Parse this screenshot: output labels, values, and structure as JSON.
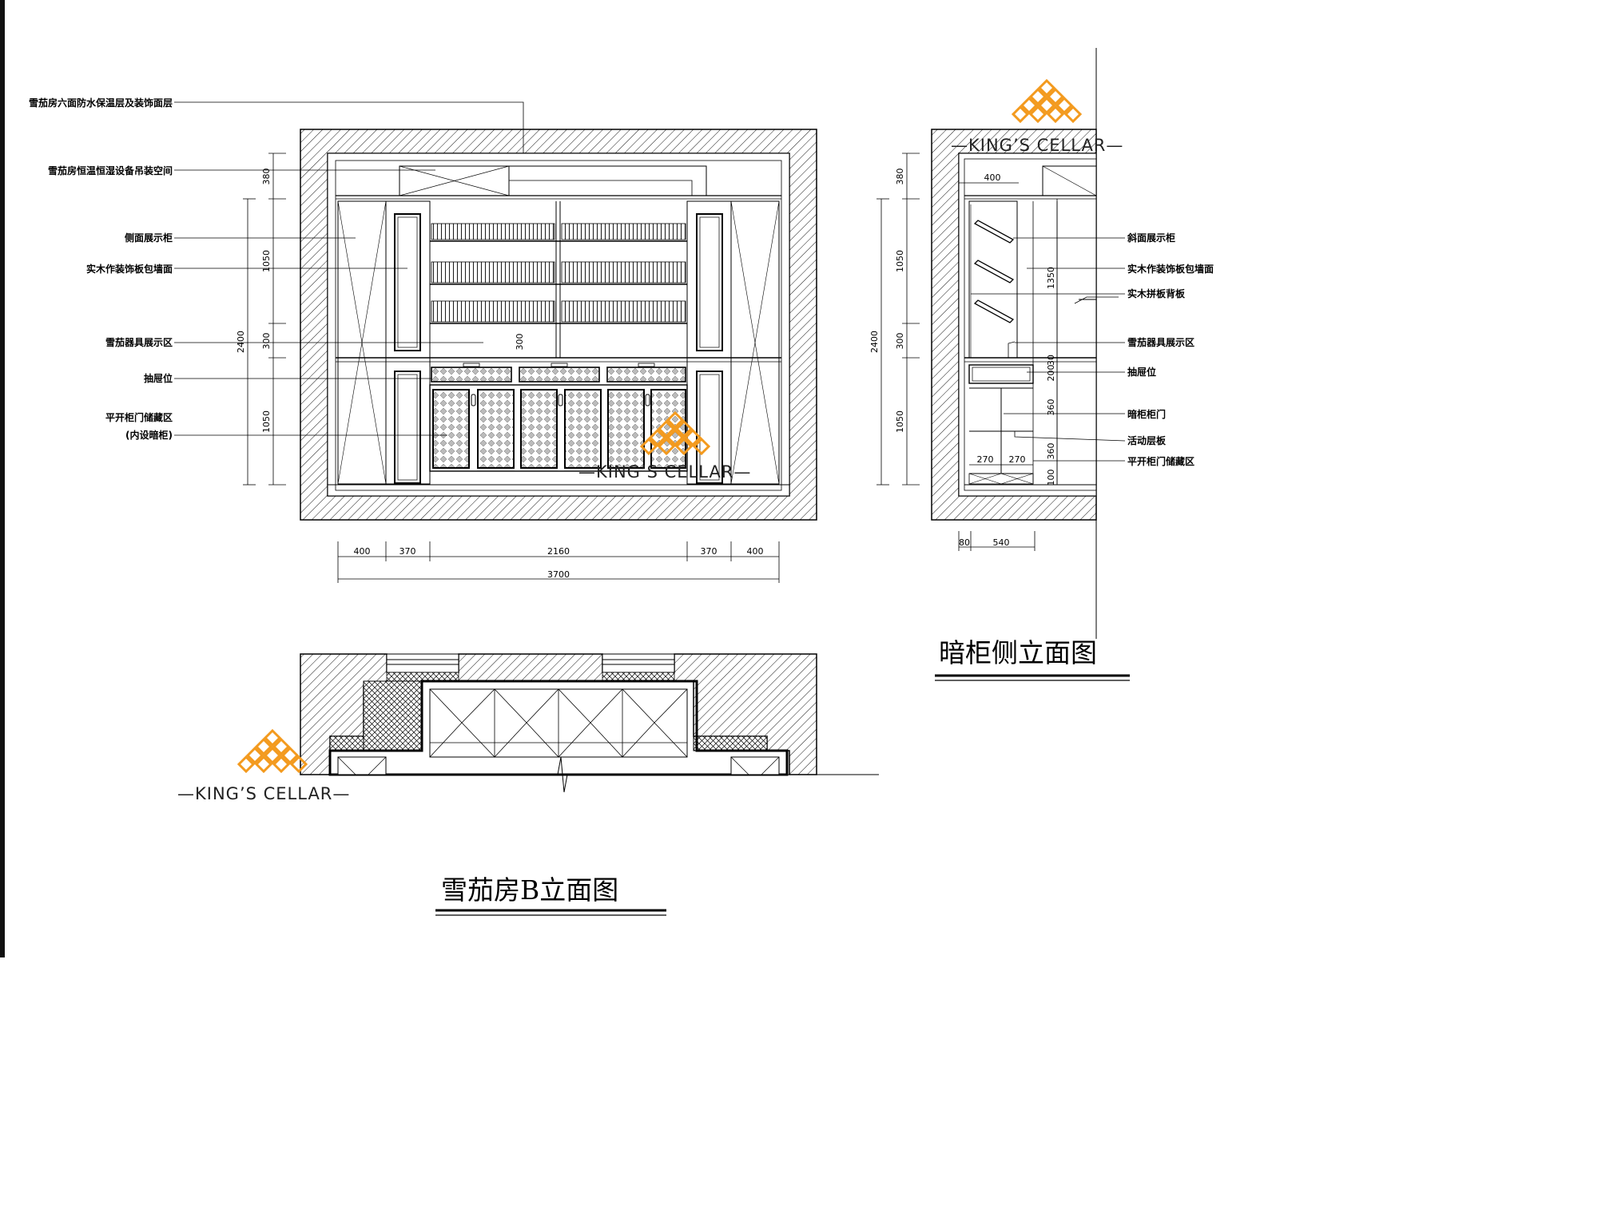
{
  "main_view": {
    "title": "雪茄房B立面图",
    "labels": [
      "雪茄房六面防水保温层及装饰面层",
      "雪茄房恒温恒湿设备吊装空间",
      "侧面展示柜",
      "实木作装饰板包墙面",
      "雪茄器具展示区",
      "抽屉位",
      "平开柜门储藏区",
      "(内设暗柜)"
    ],
    "dims_vertical": [
      "380",
      "1050",
      "300",
      "1050",
      "2400",
      "300"
    ],
    "dims_horizontal": [
      "400",
      "370",
      "2160",
      "370",
      "400"
    ],
    "dim_total": "3700"
  },
  "side_view": {
    "title": "暗柜侧立面图",
    "labels": [
      "斜面展示柜",
      "实木作装饰板包墙面",
      "实木拼板背板",
      "雪茄器具展示区",
      "抽屉位",
      "暗柜柜门",
      "活动层板",
      "平开柜门储藏区"
    ],
    "dims_vertical": [
      "380",
      "1050",
      "300",
      "1050",
      "2400",
      "1350",
      "200",
      "30",
      "360",
      "360",
      "100"
    ],
    "dims_top": "400",
    "dims_shelf": [
      "270",
      "270"
    ],
    "dims_bottom": [
      "80",
      "540"
    ]
  },
  "watermarks": [
    "—KING’S CELLAR—",
    "—KING’S CELLAR—",
    "—KING’S CELLAR—"
  ],
  "colors": {
    "line": "#000000",
    "logo": "#F39A1E",
    "sidebar": "#111111"
  }
}
